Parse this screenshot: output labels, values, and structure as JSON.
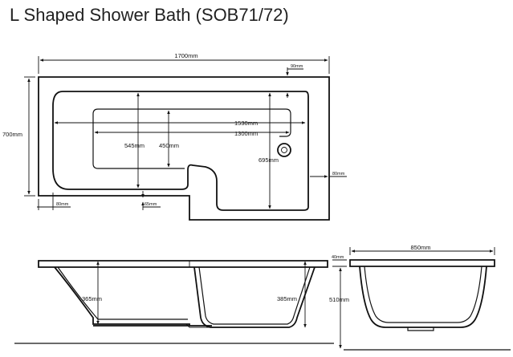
{
  "title": "L Shaped Shower Bath (SOB71/72)",
  "plan_view": {
    "length": "1700mm",
    "width": "700mm",
    "rim_top": "90mm",
    "rim_right": "80mm",
    "rim_left": "80mm",
    "rim_bottom": "65mm",
    "inner_length_top": "1530mm",
    "inner_length_bottom": "1300mm",
    "depth_545": "545mm",
    "depth_450": "450mm",
    "depth_695": "695mm"
  },
  "side_view": {
    "depth_left": "365mm",
    "depth_right": "385mm"
  },
  "end_view": {
    "width": "850mm",
    "rim": "40mm",
    "height": "510mm"
  }
}
